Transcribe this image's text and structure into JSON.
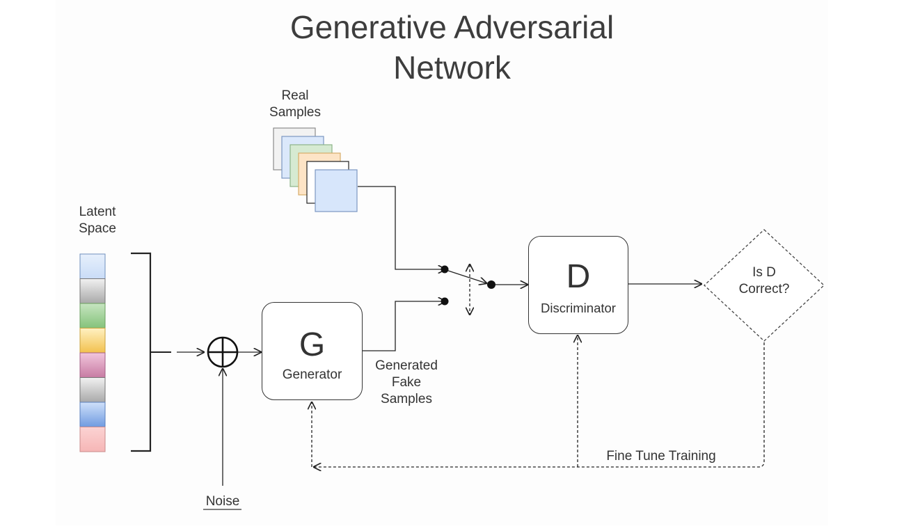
{
  "title": {
    "line1": "Generative Adversarial",
    "line2": "Network"
  },
  "real_samples": {
    "line1": "Real",
    "line2": "Samples",
    "stack_colors": [
      "#f2f2f2",
      "#dbe8fb",
      "#d6ead2",
      "#fde4c6",
      "#ffffff",
      "#d7e6fb"
    ],
    "stack_borders": [
      "#8c8c8c",
      "#7c97c2",
      "#8db489",
      "#d7ad6a",
      "#222222",
      "#7c97c2"
    ]
  },
  "latent_space": {
    "line1": "Latent",
    "line2": "Space",
    "cells": [
      {
        "top": "#e7f0fc",
        "bottom": "#c9dcf7",
        "border": "#6e8fbd"
      },
      {
        "top": "#f1f1f1",
        "bottom": "#a9a9a9",
        "border": "#777777"
      },
      {
        "top": "#c7e5c1",
        "bottom": "#84c27a",
        "border": "#6aa05f"
      },
      {
        "top": "#fff1c2",
        "bottom": "#f2c14e",
        "border": "#caa23d"
      },
      {
        "top": "#f2c6dc",
        "bottom": "#c77ba3",
        "border": "#a35f85"
      },
      {
        "top": "#f1f1f1",
        "bottom": "#a9a9a9",
        "border": "#777777"
      },
      {
        "top": "#cfe0fa",
        "bottom": "#6f9be0",
        "border": "#5a80bd"
      },
      {
        "top": "#fbd3d3",
        "bottom": "#f6b6b6",
        "border": "#c98a8a"
      }
    ]
  },
  "noise": {
    "label": "Noise"
  },
  "generator": {
    "letter": "G",
    "label": "Generator"
  },
  "fake_samples": {
    "line1": "Generated",
    "line2": "Fake",
    "line3": "Samples"
  },
  "discriminator": {
    "letter": "D",
    "label": "Discriminator"
  },
  "decision": {
    "line1": "Is D",
    "line2": "Correct?"
  },
  "feedback": {
    "label": "Fine Tune Training"
  }
}
